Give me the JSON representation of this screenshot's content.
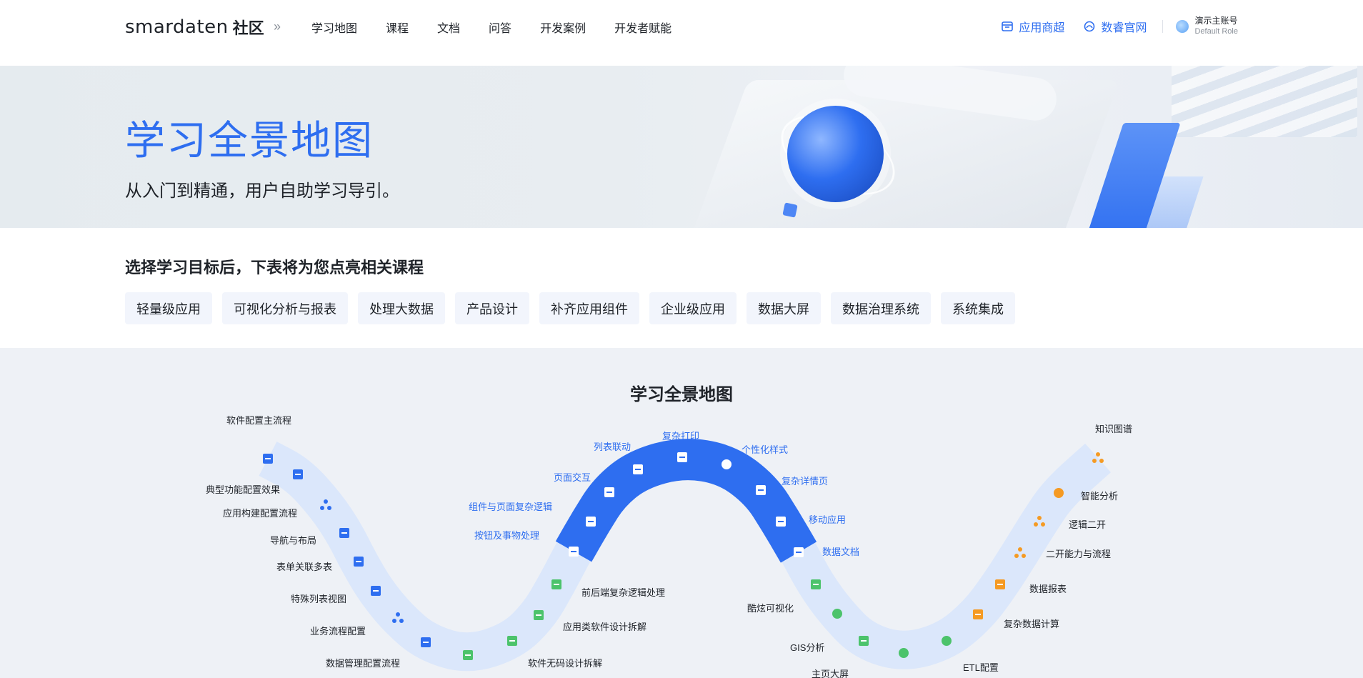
{
  "header": {
    "logo_word": "smardaten",
    "logo_sub": "社区",
    "chevron": "»",
    "nav": [
      "学习地图",
      "课程",
      "文档",
      "问答",
      "开发案例",
      "开发者赋能"
    ],
    "app_store": "应用商超",
    "official_site": "数睿官网",
    "user_name": "演示主账号",
    "user_role": "Default Role"
  },
  "banner": {
    "title": "学习全景地图",
    "subtitle": "从入门到精通，用户自助学习导引。"
  },
  "selection": {
    "title": "选择学习目标后，下表将为您点亮相关课程",
    "tags": [
      "轻量级应用",
      "可视化分析与报表",
      "处理大数据",
      "产品设计",
      "补齐应用组件",
      "企业级应用",
      "数据大屏",
      "数据治理系统",
      "系统集成"
    ]
  },
  "map": {
    "title": "学习全景地图",
    "colors": {
      "highlight": "#2e6ef0",
      "segment": "#dbe7fb",
      "green": "#4cc36b",
      "orange": "#f59a23",
      "blue_icon": "#2e6ef0"
    },
    "labels": [
      "软件配置主流程",
      "典型功能配置效果",
      "应用构建配置流程",
      "导航与布局",
      "表单关联多表",
      "特殊列表视图",
      "业务流程配置",
      "数据管理配置流程",
      "软件无码设计拆解",
      "应用类软件设计拆解",
      "前后端复杂逻辑处理",
      "按钮及事物处理",
      "组件与页面复杂逻辑",
      "页面交互",
      "列表联动",
      "复杂打印",
      "个性化样式",
      "复杂详情页",
      "移动应用",
      "数据文档",
      "酷炫可视化",
      "GIS分析",
      "主页大屏",
      "ETL配置",
      "复杂数据计算",
      "数据报表",
      "二开能力与流程",
      "逻辑二开",
      "智能分析",
      "知识图谱"
    ]
  }
}
